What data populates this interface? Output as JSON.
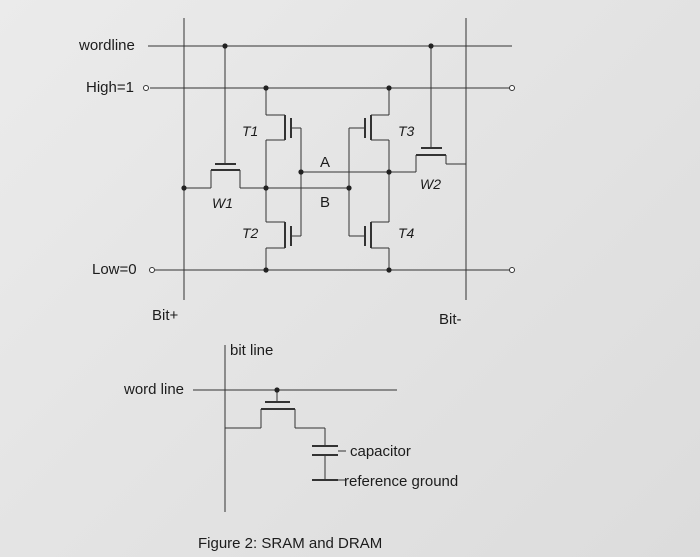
{
  "labels": {
    "wordline": "wordline",
    "high": "High=1",
    "low": "Low=0",
    "bit_plus": "Bit+",
    "bit_minus": "Bit-",
    "t1": "T1",
    "t2": "T2",
    "t3": "T3",
    "t4": "T4",
    "w1": "W1",
    "w2": "W2",
    "node_a": "A",
    "node_b": "B",
    "bit_line": "bit line",
    "word_line": "word line",
    "capacitor": "capacitor",
    "reference_ground": "reference ground",
    "caption": "Figure 2: SRAM and DRAM"
  }
}
